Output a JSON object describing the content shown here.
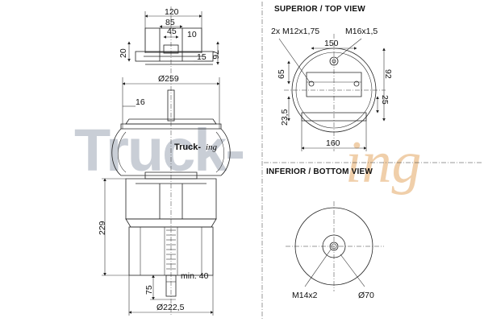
{
  "watermark": {
    "text_left": "Truck-",
    "text_right": "ing"
  },
  "logo": {
    "left": "Truck-",
    "right": "ing"
  },
  "headers": {
    "top_view": "SUPERIOR / TOP VIEW",
    "bottom_view": "INFERIOR / BOTTOM VIEW"
  },
  "side_view_dims": {
    "d120": "120",
    "d85": "85",
    "d10": "10",
    "d45": "45",
    "d20": "20",
    "d15": "15",
    "d76": "76",
    "d259": "Ø259",
    "d16": "16",
    "d229": "229",
    "d75": "75",
    "dmin40": "min. 40",
    "d222": "Ø222,5"
  },
  "top_view_dims": {
    "bolt": "2x M12x1,75",
    "stud": "M16x1,5",
    "d150": "150",
    "d65": "65",
    "d92": "92",
    "d23": "23,5",
    "d25": "25",
    "d160": "160"
  },
  "bottom_view_dims": {
    "thread": "M14x2",
    "d70": "Ø70"
  },
  "colors": {
    "line": "#222222",
    "watermark_gray": "#c9ced6",
    "watermark_orange": "#f0cfaa"
  }
}
